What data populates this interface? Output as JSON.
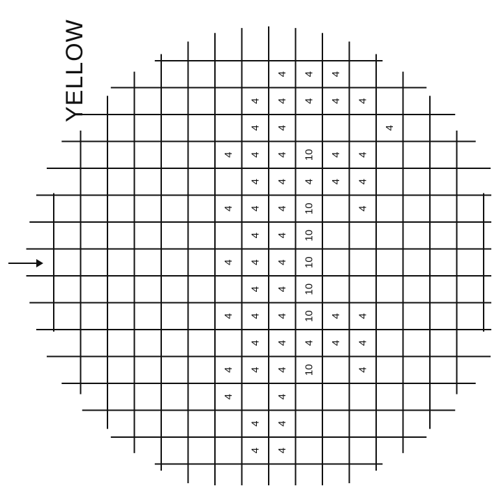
{
  "title": "YELLOW",
  "colors": {
    "line": "#111111",
    "background": "#ffffff"
  },
  "grid": {
    "rows": 15,
    "cols": 16,
    "cells": [
      {
        "row": 0,
        "col": 8,
        "text": "4"
      },
      {
        "row": 0,
        "col": 9,
        "text": "4"
      },
      {
        "row": 0,
        "col": 10,
        "text": "4"
      },
      {
        "row": 1,
        "col": 7,
        "text": "4"
      },
      {
        "row": 1,
        "col": 8,
        "text": "4"
      },
      {
        "row": 1,
        "col": 9,
        "text": "4"
      },
      {
        "row": 1,
        "col": 10,
        "text": "4"
      },
      {
        "row": 1,
        "col": 11,
        "text": "4"
      },
      {
        "row": 2,
        "col": 7,
        "text": "4"
      },
      {
        "row": 2,
        "col": 8,
        "text": "4"
      },
      {
        "row": 2,
        "col": 12,
        "text": "4"
      },
      {
        "row": 3,
        "col": 6,
        "text": "4"
      },
      {
        "row": 3,
        "col": 7,
        "text": "4"
      },
      {
        "row": 3,
        "col": 8,
        "text": "4"
      },
      {
        "row": 3,
        "col": 9,
        "text": "10"
      },
      {
        "row": 3,
        "col": 10,
        "text": "4"
      },
      {
        "row": 3,
        "col": 11,
        "text": "4"
      },
      {
        "row": 4,
        "col": 7,
        "text": "4"
      },
      {
        "row": 4,
        "col": 8,
        "text": "4"
      },
      {
        "row": 4,
        "col": 9,
        "text": "4"
      },
      {
        "row": 4,
        "col": 10,
        "text": "4"
      },
      {
        "row": 4,
        "col": 11,
        "text": "4"
      },
      {
        "row": 5,
        "col": 6,
        "text": "4"
      },
      {
        "row": 5,
        "col": 7,
        "text": "4"
      },
      {
        "row": 5,
        "col": 8,
        "text": "4"
      },
      {
        "row": 5,
        "col": 9,
        "text": "10"
      },
      {
        "row": 5,
        "col": 11,
        "text": "4"
      },
      {
        "row": 6,
        "col": 7,
        "text": "4"
      },
      {
        "row": 6,
        "col": 8,
        "text": "4"
      },
      {
        "row": 6,
        "col": 9,
        "text": "10"
      },
      {
        "row": 7,
        "col": 6,
        "text": "4"
      },
      {
        "row": 7,
        "col": 7,
        "text": "4"
      },
      {
        "row": 7,
        "col": 8,
        "text": "4"
      },
      {
        "row": 7,
        "col": 9,
        "text": "10"
      },
      {
        "row": 8,
        "col": 7,
        "text": "4"
      },
      {
        "row": 8,
        "col": 8,
        "text": "4"
      },
      {
        "row": 8,
        "col": 9,
        "text": "10"
      },
      {
        "row": 9,
        "col": 6,
        "text": "4"
      },
      {
        "row": 9,
        "col": 7,
        "text": "4"
      },
      {
        "row": 9,
        "col": 8,
        "text": "4"
      },
      {
        "row": 9,
        "col": 9,
        "text": "10"
      },
      {
        "row": 9,
        "col": 10,
        "text": "4"
      },
      {
        "row": 9,
        "col": 11,
        "text": "4"
      },
      {
        "row": 10,
        "col": 7,
        "text": "4"
      },
      {
        "row": 10,
        "col": 8,
        "text": "4"
      },
      {
        "row": 10,
        "col": 9,
        "text": "4"
      },
      {
        "row": 10,
        "col": 10,
        "text": "4"
      },
      {
        "row": 10,
        "col": 11,
        "text": "4"
      },
      {
        "row": 11,
        "col": 6,
        "text": "4"
      },
      {
        "row": 11,
        "col": 7,
        "text": "4"
      },
      {
        "row": 11,
        "col": 8,
        "text": "4"
      },
      {
        "row": 11,
        "col": 9,
        "text": "10"
      },
      {
        "row": 11,
        "col": 11,
        "text": "4"
      },
      {
        "row": 12,
        "col": 6,
        "text": "4"
      },
      {
        "row": 12,
        "col": 8,
        "text": "4"
      },
      {
        "row": 13,
        "col": 7,
        "text": "4"
      },
      {
        "row": 13,
        "col": 8,
        "text": "4"
      },
      {
        "row": 14,
        "col": 7,
        "text": "4"
      },
      {
        "row": 14,
        "col": 8,
        "text": "4"
      }
    ]
  }
}
